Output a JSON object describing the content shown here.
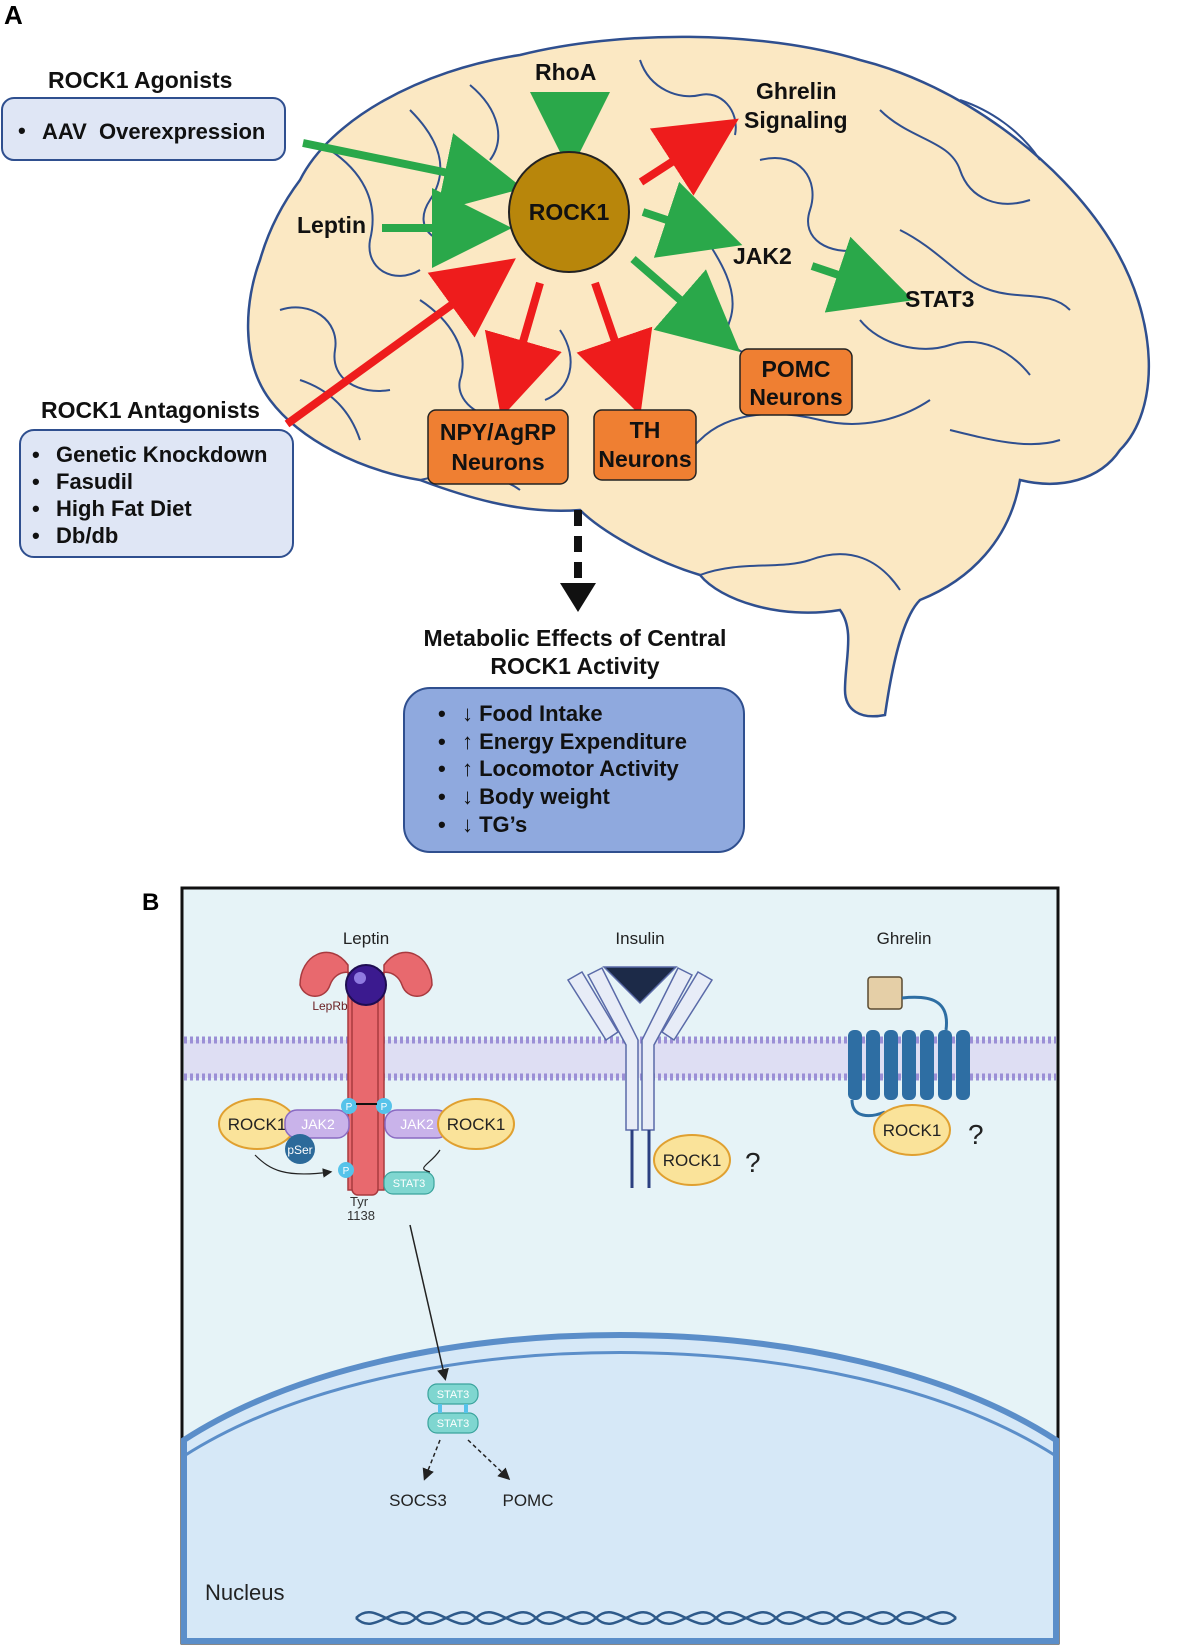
{
  "panel_a": {
    "panel_label": "A",
    "agonists": {
      "title": "ROCK1 Agonists",
      "items": [
        "AAV  Overexpression"
      ]
    },
    "antagonists": {
      "title": "ROCK1 Antagonists",
      "items": [
        "Genetic Knockdown",
        "Fasudil",
        "High Fat Diet",
        "Db/db"
      ]
    },
    "center": "ROCK1",
    "rhoa": "RhoA",
    "leptin": "Leptin",
    "ghrelin_line1": "Ghrelin",
    "ghrelin_line2": "Signaling",
    "jak2": "JAK2",
    "stat3": "STAT3",
    "pomc": {
      "line1": "POMC",
      "line2": "Neurons"
    },
    "npy": {
      "line1": "NPY/AgRP",
      "line2": "Neurons"
    },
    "th": {
      "line1": "TH",
      "line2": "Neurons"
    },
    "effects_title_line1": "Metabolic Effects of Central",
    "effects_title_line2": "ROCK1 Activity",
    "effects": [
      "↓ Food Intake",
      "↑ Energy Expenditure",
      "↑ Locomotor Activity",
      "↓ Body weight",
      "↓ TG’s"
    ],
    "colors": {
      "activate": "#2aa84a",
      "inhibit": "#ee1c1c",
      "rock1": "#b8860b",
      "neuron_box": "#ef7f32",
      "brain": "#fbe8c3",
      "brain_line": "#2f4f8f"
    }
  },
  "panel_b": {
    "panel_label": "B",
    "leptin": "Leptin",
    "insulin": "Insulin",
    "ghrelin": "Ghrelin",
    "leprb": "LepRb",
    "rock1_left": "ROCK1",
    "rock1_right": "ROCK1",
    "rock1_insulin": "ROCK1",
    "rock1_ghrelin": "ROCK1",
    "jak2_left": "JAK2",
    "jak2_right": "JAK2",
    "pser": "pSer",
    "p": "P",
    "stat3": "STAT3",
    "tyr": "Tyr",
    "tyr_num": "1138",
    "question": "?",
    "stat3_dimer_top": "STAT3",
    "stat3_dimer_bottom": "STAT3",
    "socs3": "SOCS3",
    "pomc": "POMC",
    "nucleus": "Nucleus",
    "colors": {
      "background": "#e6f3f7",
      "membrane": "#9b8fd6",
      "rock1": "#fae39a",
      "jak2": "#c9b3ea",
      "stat3": "#7fd6d0",
      "receptor": "#e8696e",
      "gpcr": "#2e6ea3"
    }
  }
}
